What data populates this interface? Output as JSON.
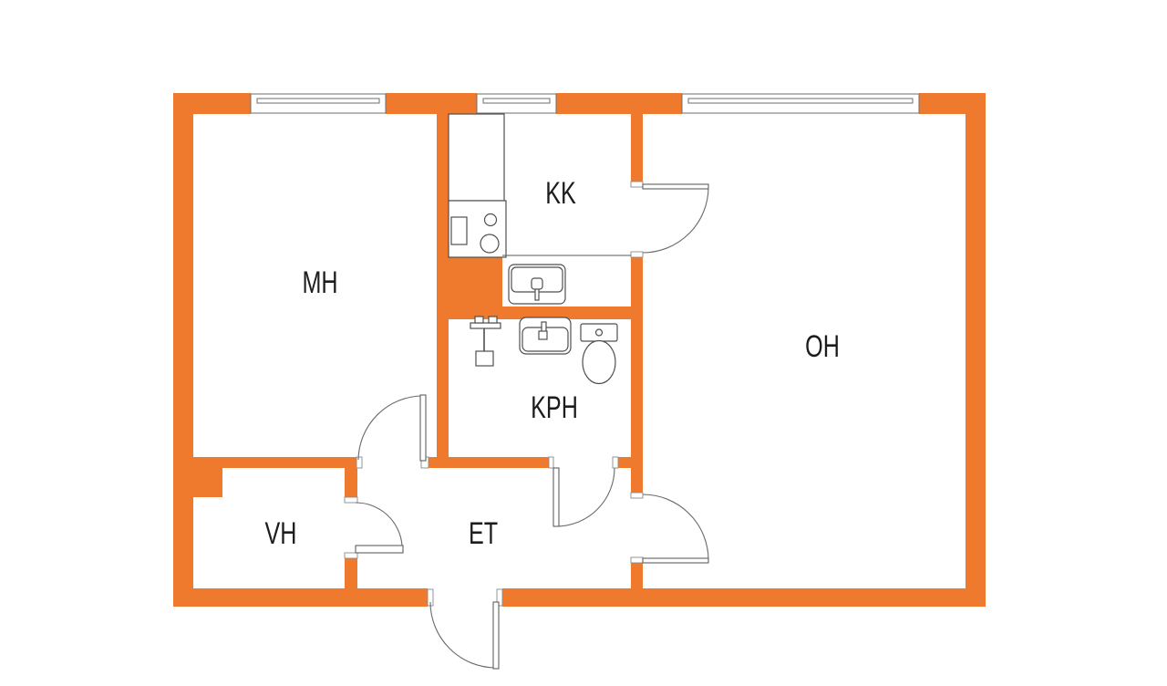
{
  "plan": {
    "type": "apartment-floor-plan",
    "colors": {
      "wall": "#EF7A2D",
      "line": "#555555",
      "label": "#1D1D1D",
      "background": "#FFFFFF"
    },
    "rooms": [
      {
        "id": "mh",
        "label": "MH"
      },
      {
        "id": "kk",
        "label": "KK"
      },
      {
        "id": "oh",
        "label": "OH"
      },
      {
        "id": "kph",
        "label": "KPH"
      },
      {
        "id": "vh",
        "label": "VH"
      },
      {
        "id": "et",
        "label": "ET"
      }
    ],
    "fixtures": [
      "fridge-icon",
      "stove-icon",
      "kitchen-sink-icon",
      "shower-mixer-icon",
      "washbasin-icon",
      "toilet-icon"
    ],
    "openings": [
      "window-icon",
      "window-icon",
      "window-icon",
      "door-swing-icon",
      "door-swing-icon",
      "door-swing-icon",
      "door-swing-icon",
      "door-swing-icon",
      "entrance-door-icon"
    ]
  }
}
